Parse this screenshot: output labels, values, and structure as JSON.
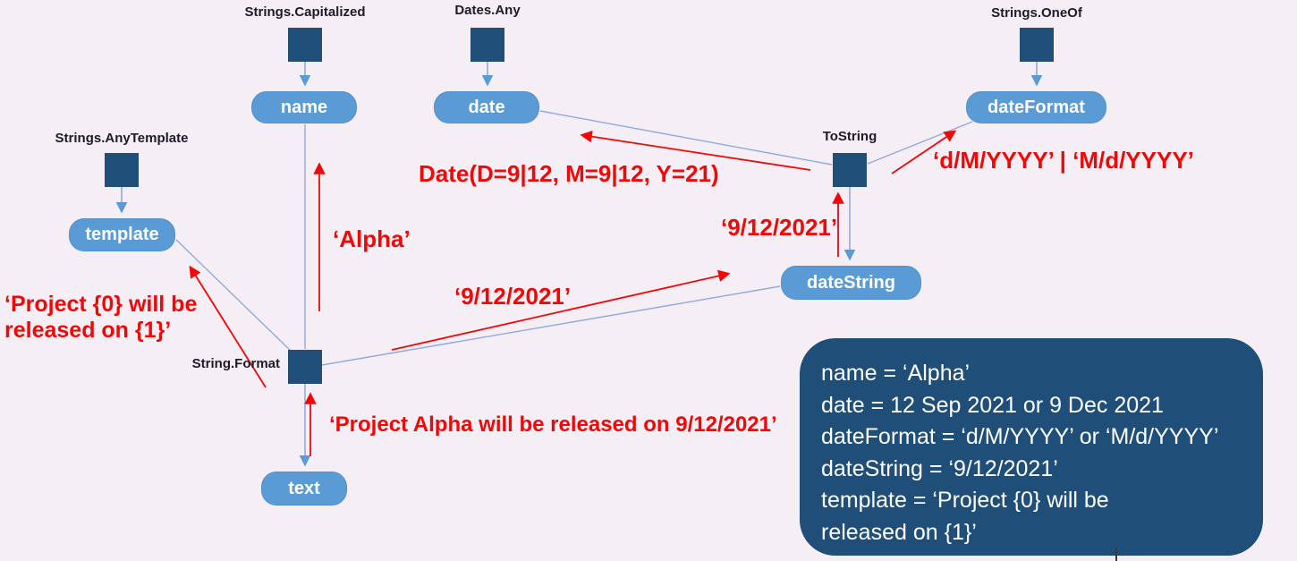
{
  "colors": {
    "background": "#f6eef5",
    "node_fill": "#5b9bd5",
    "generator_fill": "#1f4e79",
    "edge_blue": "#8faadc",
    "arrow_blue": "#5b9bd5",
    "annotation_red": "#f40606",
    "result_box_fill": "#1f4e79",
    "node_text": "#ffffff"
  },
  "generators": {
    "strings_capitalized": "Strings.Capitalized",
    "dates_any": "Dates.Any",
    "strings_oneof": "Strings.OneOf",
    "strings_anytemplate": "Strings.AnyTemplate",
    "tostring": "ToString",
    "string_format": "String.Format"
  },
  "variables": {
    "name": "name",
    "date": "date",
    "date_format": "dateFormat",
    "template": "template",
    "date_string": "dateString",
    "text": "text"
  },
  "annotations": {
    "name_value": "‘Alpha’",
    "date_value": "Date(D=9|12, M=9|12, Y=21)",
    "date_format_value": "‘d/M/YYYY’ | ‘M/d/YYYY’",
    "date_string_value_near_tostring": "‘9/12/2021’",
    "date_string_value_mid": "‘9/12/2021’",
    "template_value": "‘Project {0} will be\nreleased on {1}’",
    "text_value": "‘Project Alpha will be released on 9/12/2021’"
  },
  "result_box": {
    "lines": [
      "name = ‘Alpha’",
      "date = 12 Sep 2021 or 9 Dec 2021",
      "dateFormat = ‘d/M/YYYY’ or ‘M/d/YYYY’",
      "dateString = ‘9/12/2021’",
      "template = ‘Project {0} will be",
      "released on {1}’"
    ]
  }
}
